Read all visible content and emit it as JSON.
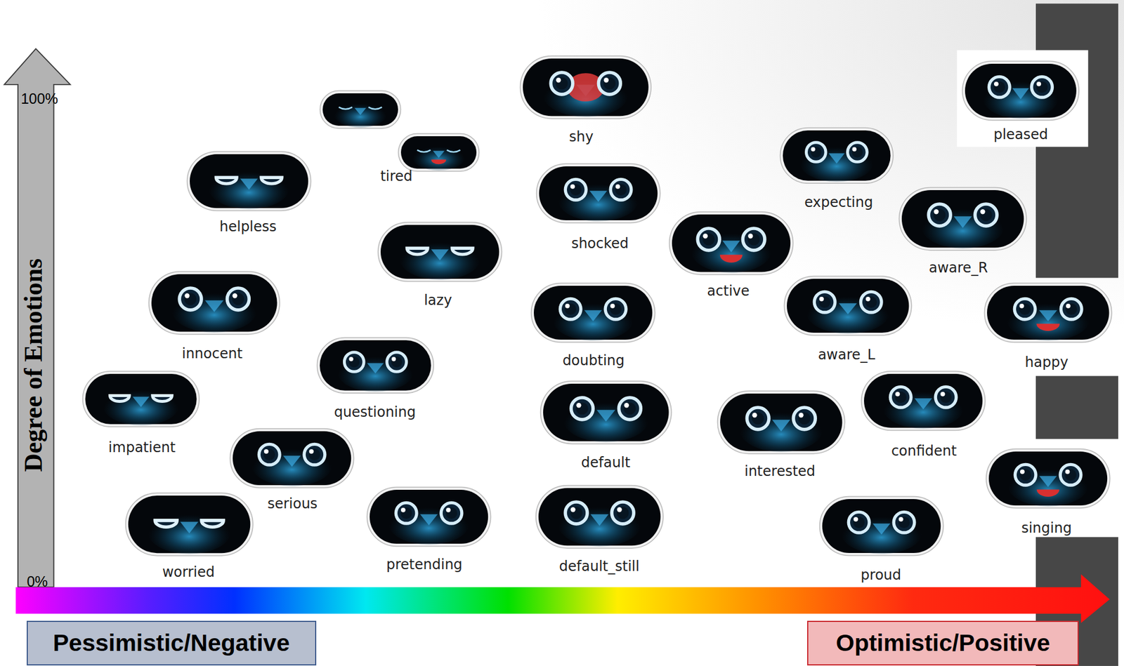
{
  "diagram": {
    "nodes": [
      {
        "text": [
          "shy"
        ]
      },
      {
        "text": [
          "pleased"
        ]
      },
      {
        "text": [
          "tired"
        ]
      },
      {
        "text": [
          "expecting"
        ]
      },
      {
        "text": [
          "helpless"
        ]
      },
      {
        "text": [
          "shocked"
        ]
      },
      {
        "text": [
          "aware_R"
        ]
      },
      {
        "text": [
          "active"
        ]
      },
      {
        "text": [
          "lazy"
        ]
      },
      {
        "text": [
          "innocent"
        ]
      },
      {
        "text": [
          "aware_L"
        ]
      },
      {
        "text": [
          "doubting"
        ]
      },
      {
        "text": [
          "happy"
        ]
      },
      {
        "text": [
          "questioning"
        ]
      },
      {
        "text": [
          "confident"
        ]
      },
      {
        "text": [
          "default"
        ]
      },
      {
        "text": [
          "impatient"
        ]
      },
      {
        "text": [
          "interested"
        ]
      },
      {
        "text": [
          "serious"
        ]
      },
      {
        "text": [
          "singing"
        ]
      },
      {
        "text": [
          "pretending"
        ]
      },
      {
        "text": [
          "default_still"
        ]
      },
      {
        "text": [
          "worried"
        ]
      },
      {
        "text": [
          "proud"
        ]
      },
      {
        "text": [
          "Pessimistic/Negative"
        ]
      },
      {
        "text": [
          "Optimistic/Positive"
        ]
      }
    ],
    "edges": [],
    "labels": [
      "100%",
      "Degree of Emotions",
      "0%"
    ]
  }
}
